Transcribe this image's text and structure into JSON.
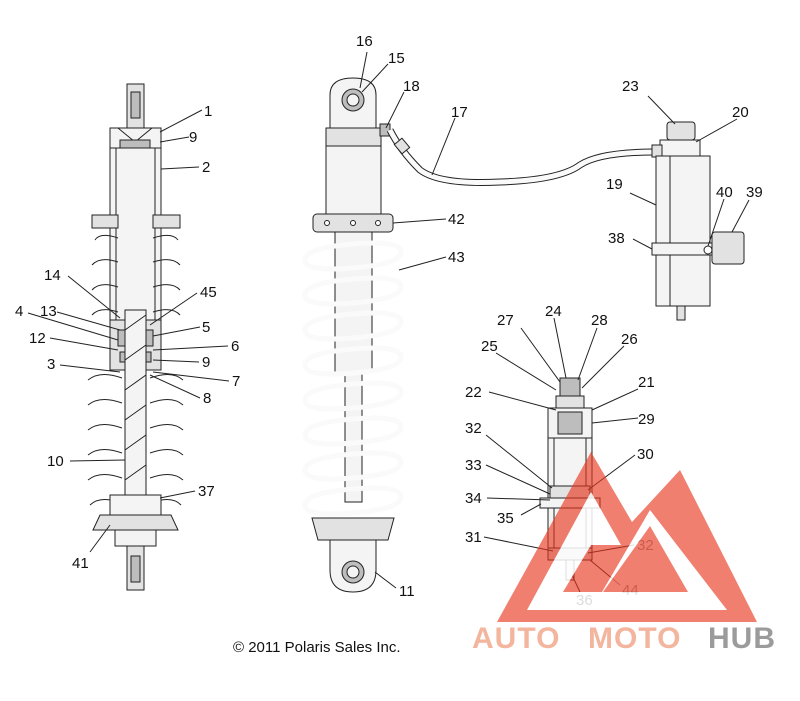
{
  "diagram": {
    "copyright": "© 2011 Polaris Sales Inc.",
    "watermark": {
      "part1": "AUTO",
      "part2": "MOTO",
      "part3": "HUB"
    },
    "colors": {
      "line": "#222222",
      "fill_light": "#f4f4f4",
      "fill_mid": "#e2e2e2",
      "fill_dark": "#bdbdbd",
      "watermark_red": "#e8371f",
      "watermark_peach": "#f2a98c",
      "watermark_gray": "#8a8a8a"
    },
    "callouts": [
      "1",
      "9",
      "2",
      "14",
      "45",
      "13",
      "4",
      "5",
      "12",
      "6",
      "9",
      "3",
      "7",
      "8",
      "10",
      "37",
      "41",
      "16",
      "15",
      "18",
      "17",
      "42",
      "43",
      "11",
      "23",
      "20",
      "19",
      "40",
      "39",
      "38",
      "24",
      "27",
      "28",
      "25",
      "26",
      "21",
      "22",
      "29",
      "32",
      "30",
      "33",
      "34",
      "35",
      "31",
      "32",
      "36",
      "44"
    ]
  }
}
